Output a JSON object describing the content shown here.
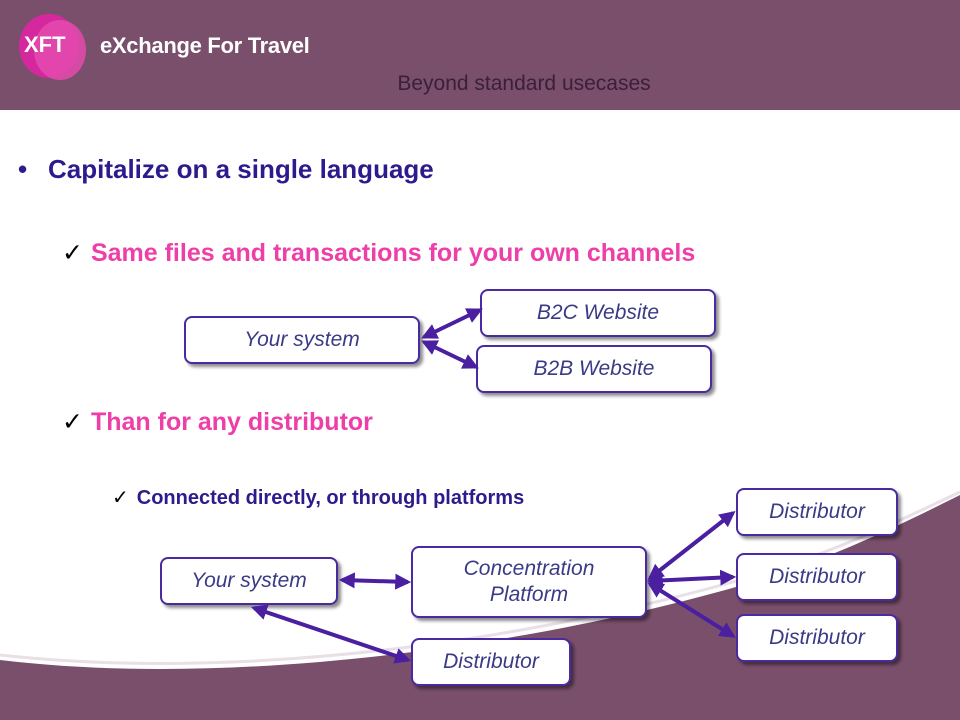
{
  "header": {
    "logo_mark": "XFT",
    "logo_text": "eXchange For Travel",
    "title": "Beyond standard usecases"
  },
  "content": {
    "bullet": "Capitalize on a single language",
    "check_mark": "✓",
    "sub1": "Same files and transactions for your own channels",
    "sub2": "Than for any distributor",
    "sub3": "Connected directly, or through platforms"
  },
  "diagram1": {
    "source": "Your system",
    "targets": [
      "B2C Website",
      "B2B Website"
    ]
  },
  "diagram2": {
    "source": "Your system",
    "platform": "Concentration Platform",
    "distributors": [
      "Distributor",
      "Distributor",
      "Distributor",
      "Distributor"
    ]
  },
  "colors": {
    "header_bg": "#7a4f6c",
    "logo_magenta": "#d6289e",
    "bullet_blue": "#2e1a8c",
    "sub_pink": "#ee3ea8",
    "arrow_purple": "#4a1fa0"
  }
}
